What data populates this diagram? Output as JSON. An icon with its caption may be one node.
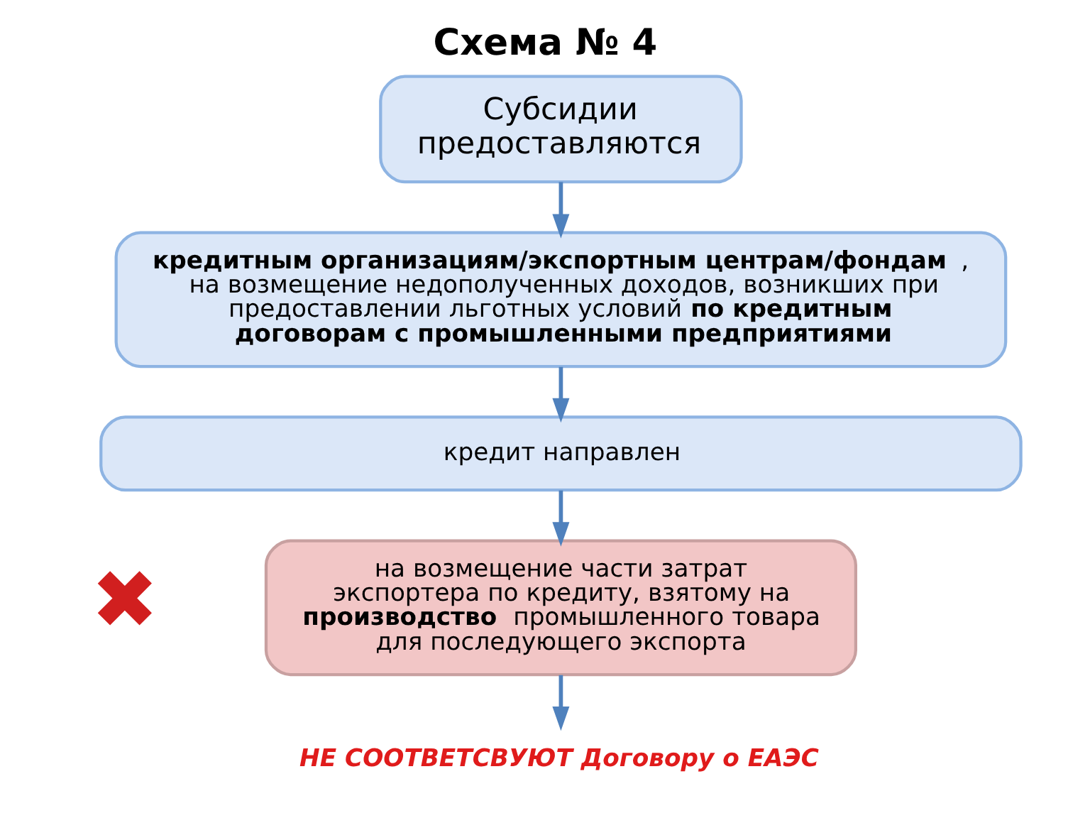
{
  "diagram": {
    "title": "Схема № 4",
    "nodes": [
      {
        "text": [
          "Субсидии предоставляются"
        ]
      },
      {
        "text": [
          "**кредитным организациям/экспортным центрам/фондам**, на возмещение недополученных доходов, возникших при предоставлении льготных условий **по кредитным договорам с промышленными предприятиями**"
        ]
      },
      {
        "text": [
          "кредит направлен"
        ]
      },
      {
        "text": [
          "✖"
        ]
      },
      {
        "text": [
          "на возмещение части затрат экспортера по кредиту, взятому на **производство** промышленного товара для последующего экспорта"
        ]
      },
      {
        "text": [
          "НЕ СООТВЕТСВУЮТ Договору о ЕАЭС"
        ]
      }
    ],
    "edges": [
      {
        "from": 0,
        "to": 1,
        "arrow": "to"
      },
      {
        "from": 1,
        "to": 2,
        "arrow": "to"
      },
      {
        "from": 2,
        "to": 4,
        "arrow": "to"
      },
      {
        "from": 4,
        "to": 5,
        "arrow": "to"
      }
    ]
  }
}
